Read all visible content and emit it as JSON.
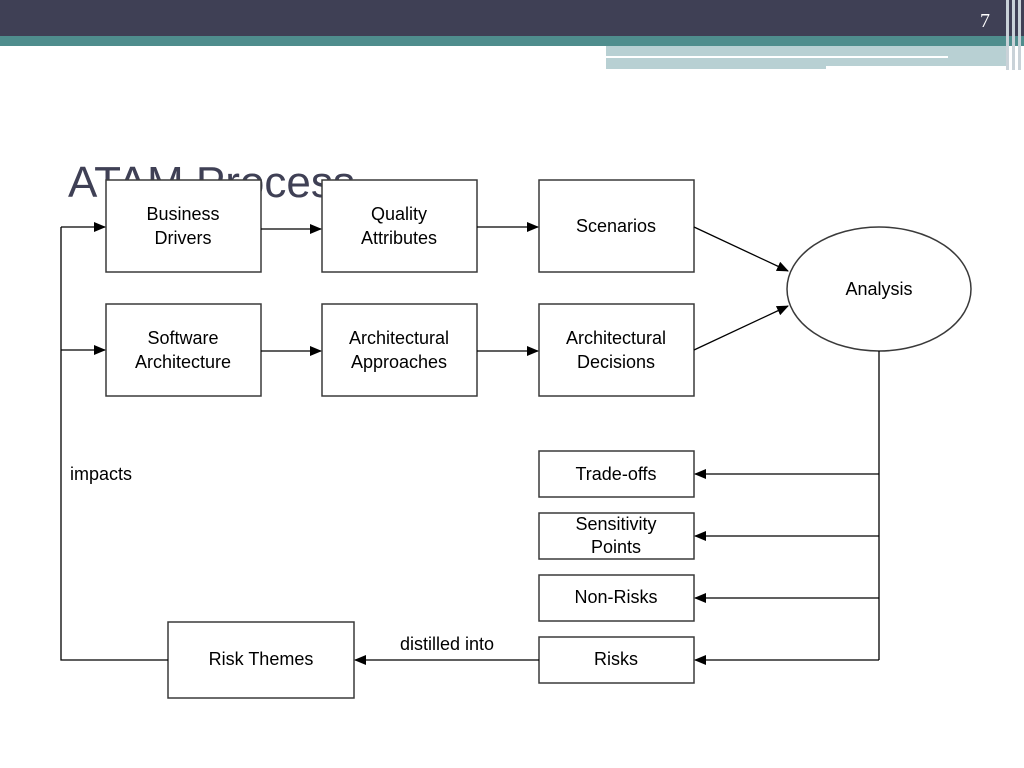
{
  "slide": {
    "number": "7",
    "title": "ATAM Process"
  },
  "nodes": {
    "business_drivers": [
      "Business",
      "Drivers"
    ],
    "quality_attributes": [
      "Quality",
      "Attributes"
    ],
    "scenarios": [
      "Scenarios"
    ],
    "software_architecture": [
      "Software",
      "Architecture"
    ],
    "architectural_approaches": [
      "Architectural",
      "Approaches"
    ],
    "architectural_decisions": [
      "Architectural",
      "Decisions"
    ],
    "analysis": [
      "Analysis"
    ],
    "trade_offs": [
      "Trade-offs"
    ],
    "sensitivity_points": [
      "Sensitivity",
      "Points"
    ],
    "non_risks": [
      "Non-Risks"
    ],
    "risks": [
      "Risks"
    ],
    "risk_themes": [
      "Risk Themes"
    ]
  },
  "edge_labels": {
    "impacts": "impacts",
    "distilled_into": "distilled into"
  },
  "colors": {
    "banner_dark": "#3f4055",
    "banner_teal": "#4f8d8d",
    "banner_light": "#b8d0d3",
    "title": "#3f4055",
    "stroke": "#3a3a3a"
  }
}
